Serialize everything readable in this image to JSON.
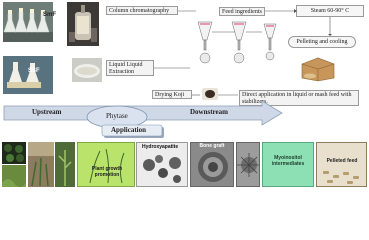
{
  "labels": {
    "smf": "SmF",
    "ssf": "SSF",
    "column_chromatography": "Column chromatography",
    "feed_ingredients": "Feed ingredients",
    "steam": "Steam 60-90° C",
    "pelleting": "Pelleting and cooling",
    "liquid_extraction": "Liquid Liquid Extraction",
    "drying_koji": "Drying Koji",
    "direct_application": "Direct application in liquid or mash feed with stabilizers.",
    "upstream": "Upstream",
    "phytase": "Phytase",
    "downstream": "Downstream",
    "application": "Application"
  },
  "applications": [
    {
      "label": "Plant growth promotion"
    },
    {
      "label": "Hydroxyapatite"
    },
    {
      "label": "Bone graft"
    },
    {
      "label": "Myoinositol intermediates"
    },
    {
      "label": "Pelleted feed"
    }
  ],
  "colors": {
    "arrow_fill": "#cfd8e6",
    "arrow_stroke": "#8fa0b8",
    "phytase_fill": "#d9e2ee",
    "application_fill": "#e6ecf4",
    "green_card": "#b9e36a",
    "teal_card": "#8de0b4"
  }
}
